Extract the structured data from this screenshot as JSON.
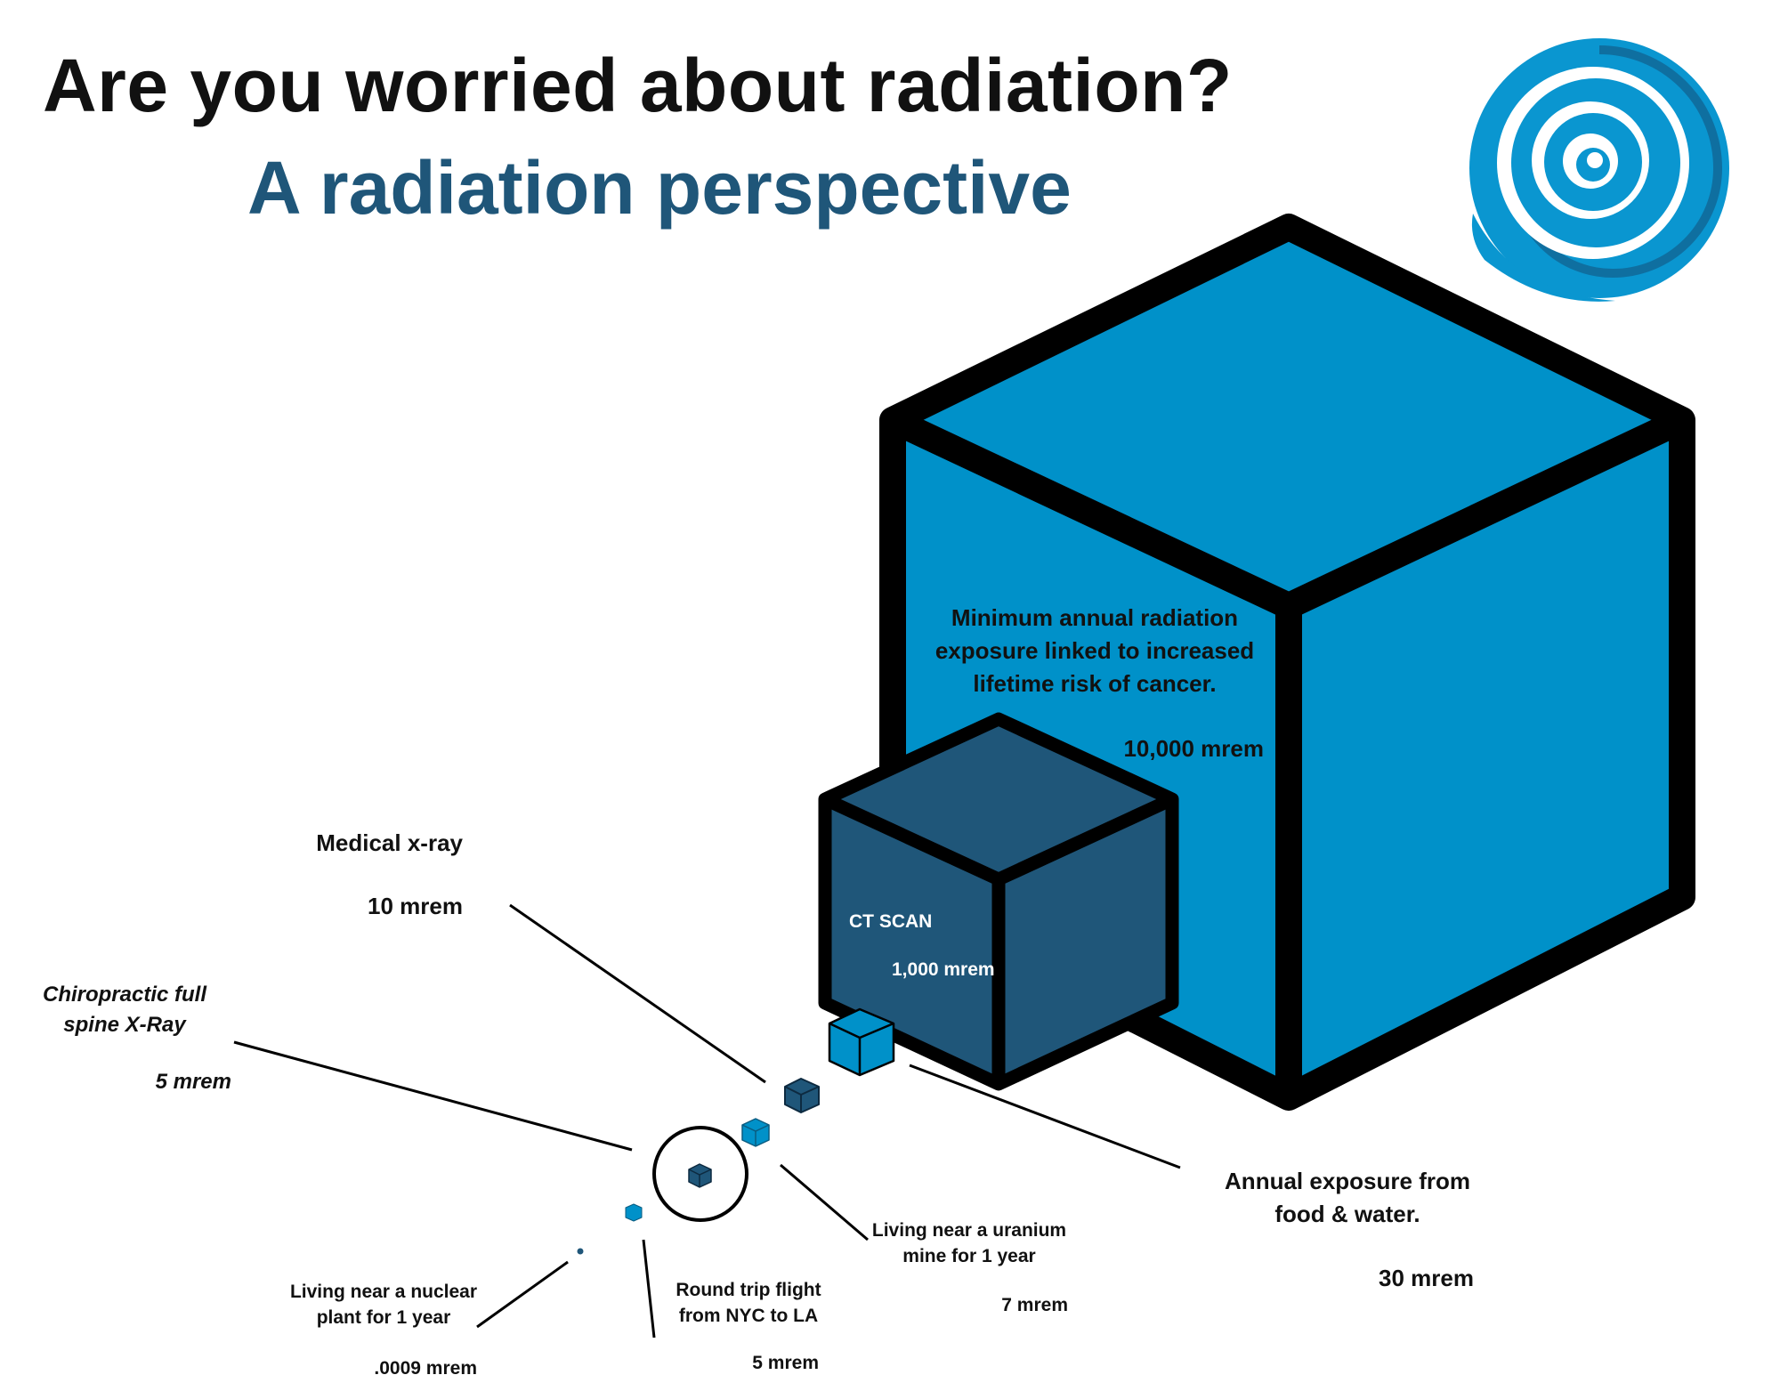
{
  "header": {
    "title": "Are you worried about radiation?",
    "subtitle": "A radiation perspective"
  },
  "colors": {
    "title": "#111111",
    "subtitle": "#1f5679",
    "bright_blue": "#0091c9",
    "dark_blue": "#1f5679",
    "outline": "#000000",
    "shadow": "#4d4d4d",
    "logo_blue": "#0a96d0",
    "logo_dark": "#0f6fa0"
  },
  "logo": {
    "icon": "spiral-logo-icon"
  },
  "items": [
    {
      "key": "cancer_risk",
      "description": "Minimum annual radiation exposure linked to increased lifetime risk of cancer.",
      "dose": "10,000 mrem",
      "dose_mrem": 10000,
      "cube_color": "bright_blue"
    },
    {
      "key": "ct_scan",
      "description": "CT SCAN",
      "dose": "1,000 mrem",
      "dose_mrem": 1000,
      "cube_color": "dark_blue"
    },
    {
      "key": "food_water",
      "description": "Annual exposure from food & water.",
      "dose": "30 mrem",
      "dose_mrem": 30,
      "cube_color": "bright_blue"
    },
    {
      "key": "medical_xray",
      "description": "Medical x-ray",
      "dose": "10 mrem",
      "dose_mrem": 10,
      "cube_color": "dark_blue"
    },
    {
      "key": "uranium_mine",
      "description": "Living near a uranium mine for 1 year",
      "dose": "7 mrem",
      "dose_mrem": 7,
      "cube_color": "bright_blue"
    },
    {
      "key": "chiropractic",
      "description": "Chiropractic full spine X-Ray",
      "dose": "5 mrem",
      "dose_mrem": 5,
      "cube_color": "dark_blue",
      "highlighted": true
    },
    {
      "key": "flight",
      "description": "Round trip flight from NYC to LA",
      "dose": "5  mrem",
      "dose_mrem": 5,
      "cube_color": "bright_blue"
    },
    {
      "key": "nuclear_plant",
      "description": "Living near a nuclear plant for 1 year",
      "dose": ".0009 mrem",
      "dose_mrem": 0.0009,
      "cube_color": "dark_blue"
    }
  ]
}
